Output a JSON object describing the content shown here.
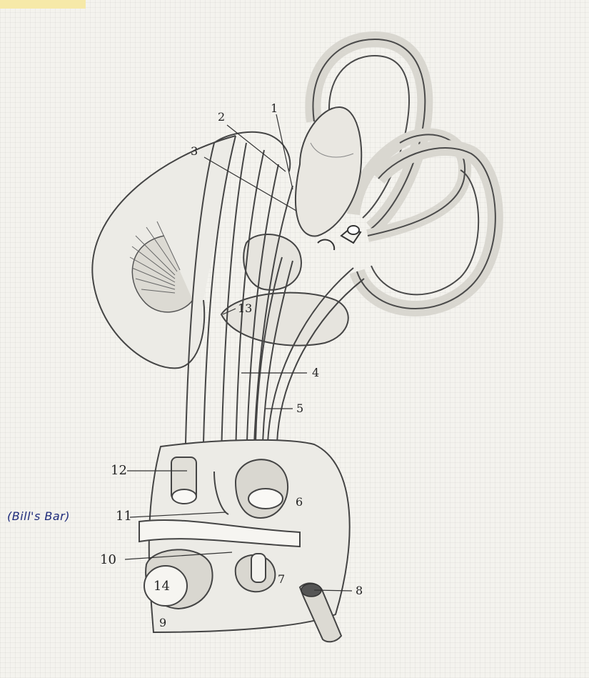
{
  "labels": {
    "l1": "1",
    "l2": "2",
    "l3": "3",
    "l4": "4",
    "l5": "5",
    "l6": "6",
    "l7": "7",
    "l8": "8",
    "l9": "9",
    "l10": "10",
    "l11": "11",
    "l12": "12",
    "l13": "13",
    "l14": "14"
  },
  "annotation": "(Bill's Bar)"
}
